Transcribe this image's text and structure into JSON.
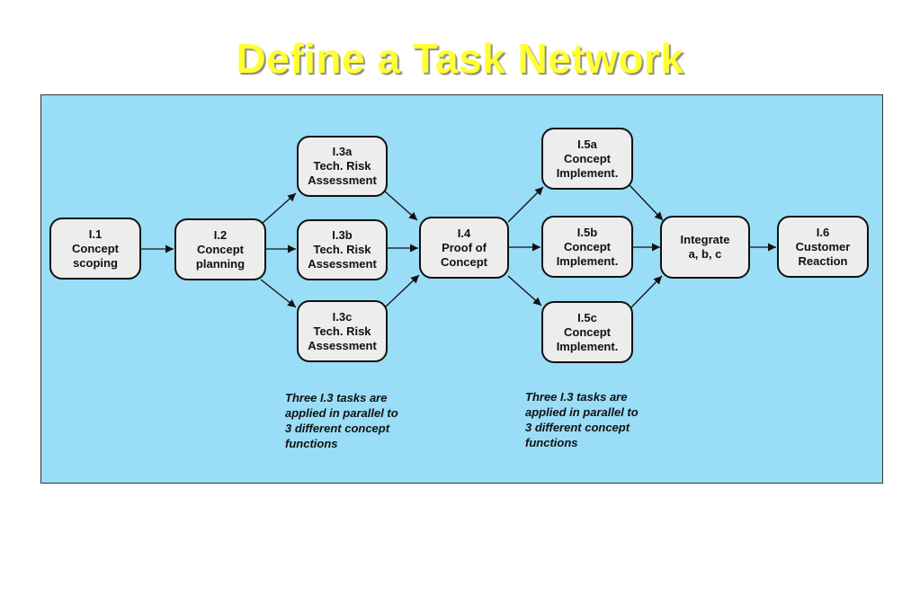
{
  "title": "Define a Task Network",
  "nodes": {
    "i1": {
      "lines": [
        "I.1",
        "Concept",
        "scoping"
      ]
    },
    "i2": {
      "lines": [
        "I.2",
        "Concept",
        "planning"
      ]
    },
    "i3a": {
      "lines": [
        "I.3a",
        "Tech. Risk",
        "Assessment"
      ]
    },
    "i3b": {
      "lines": [
        "I.3b",
        "Tech. Risk",
        "Assessment"
      ]
    },
    "i3c": {
      "lines": [
        "I.3c",
        "Tech. Risk",
        "Assessment"
      ]
    },
    "i4": {
      "lines": [
        "I.4",
        "Proof of",
        "Concept"
      ]
    },
    "i5a": {
      "lines": [
        "I.5a",
        "Concept",
        "Implement."
      ]
    },
    "i5b": {
      "lines": [
        "I.5b",
        "Concept",
        "Implement."
      ]
    },
    "i5c": {
      "lines": [
        "I.5c",
        "Concept",
        "Implement."
      ]
    },
    "integrate": {
      "lines": [
        "Integrate",
        "a, b, c"
      ]
    },
    "i6": {
      "lines": [
        "I.6",
        "Customer",
        "Reaction"
      ]
    }
  },
  "notes": {
    "left": {
      "lines": [
        "Three I.3 tasks are",
        "applied in parallel to",
        "3 different concept",
        "functions"
      ]
    },
    "right": {
      "lines": [
        "Three I.3 tasks are",
        "applied in parallel to",
        "3 different concept",
        "functions"
      ]
    }
  }
}
